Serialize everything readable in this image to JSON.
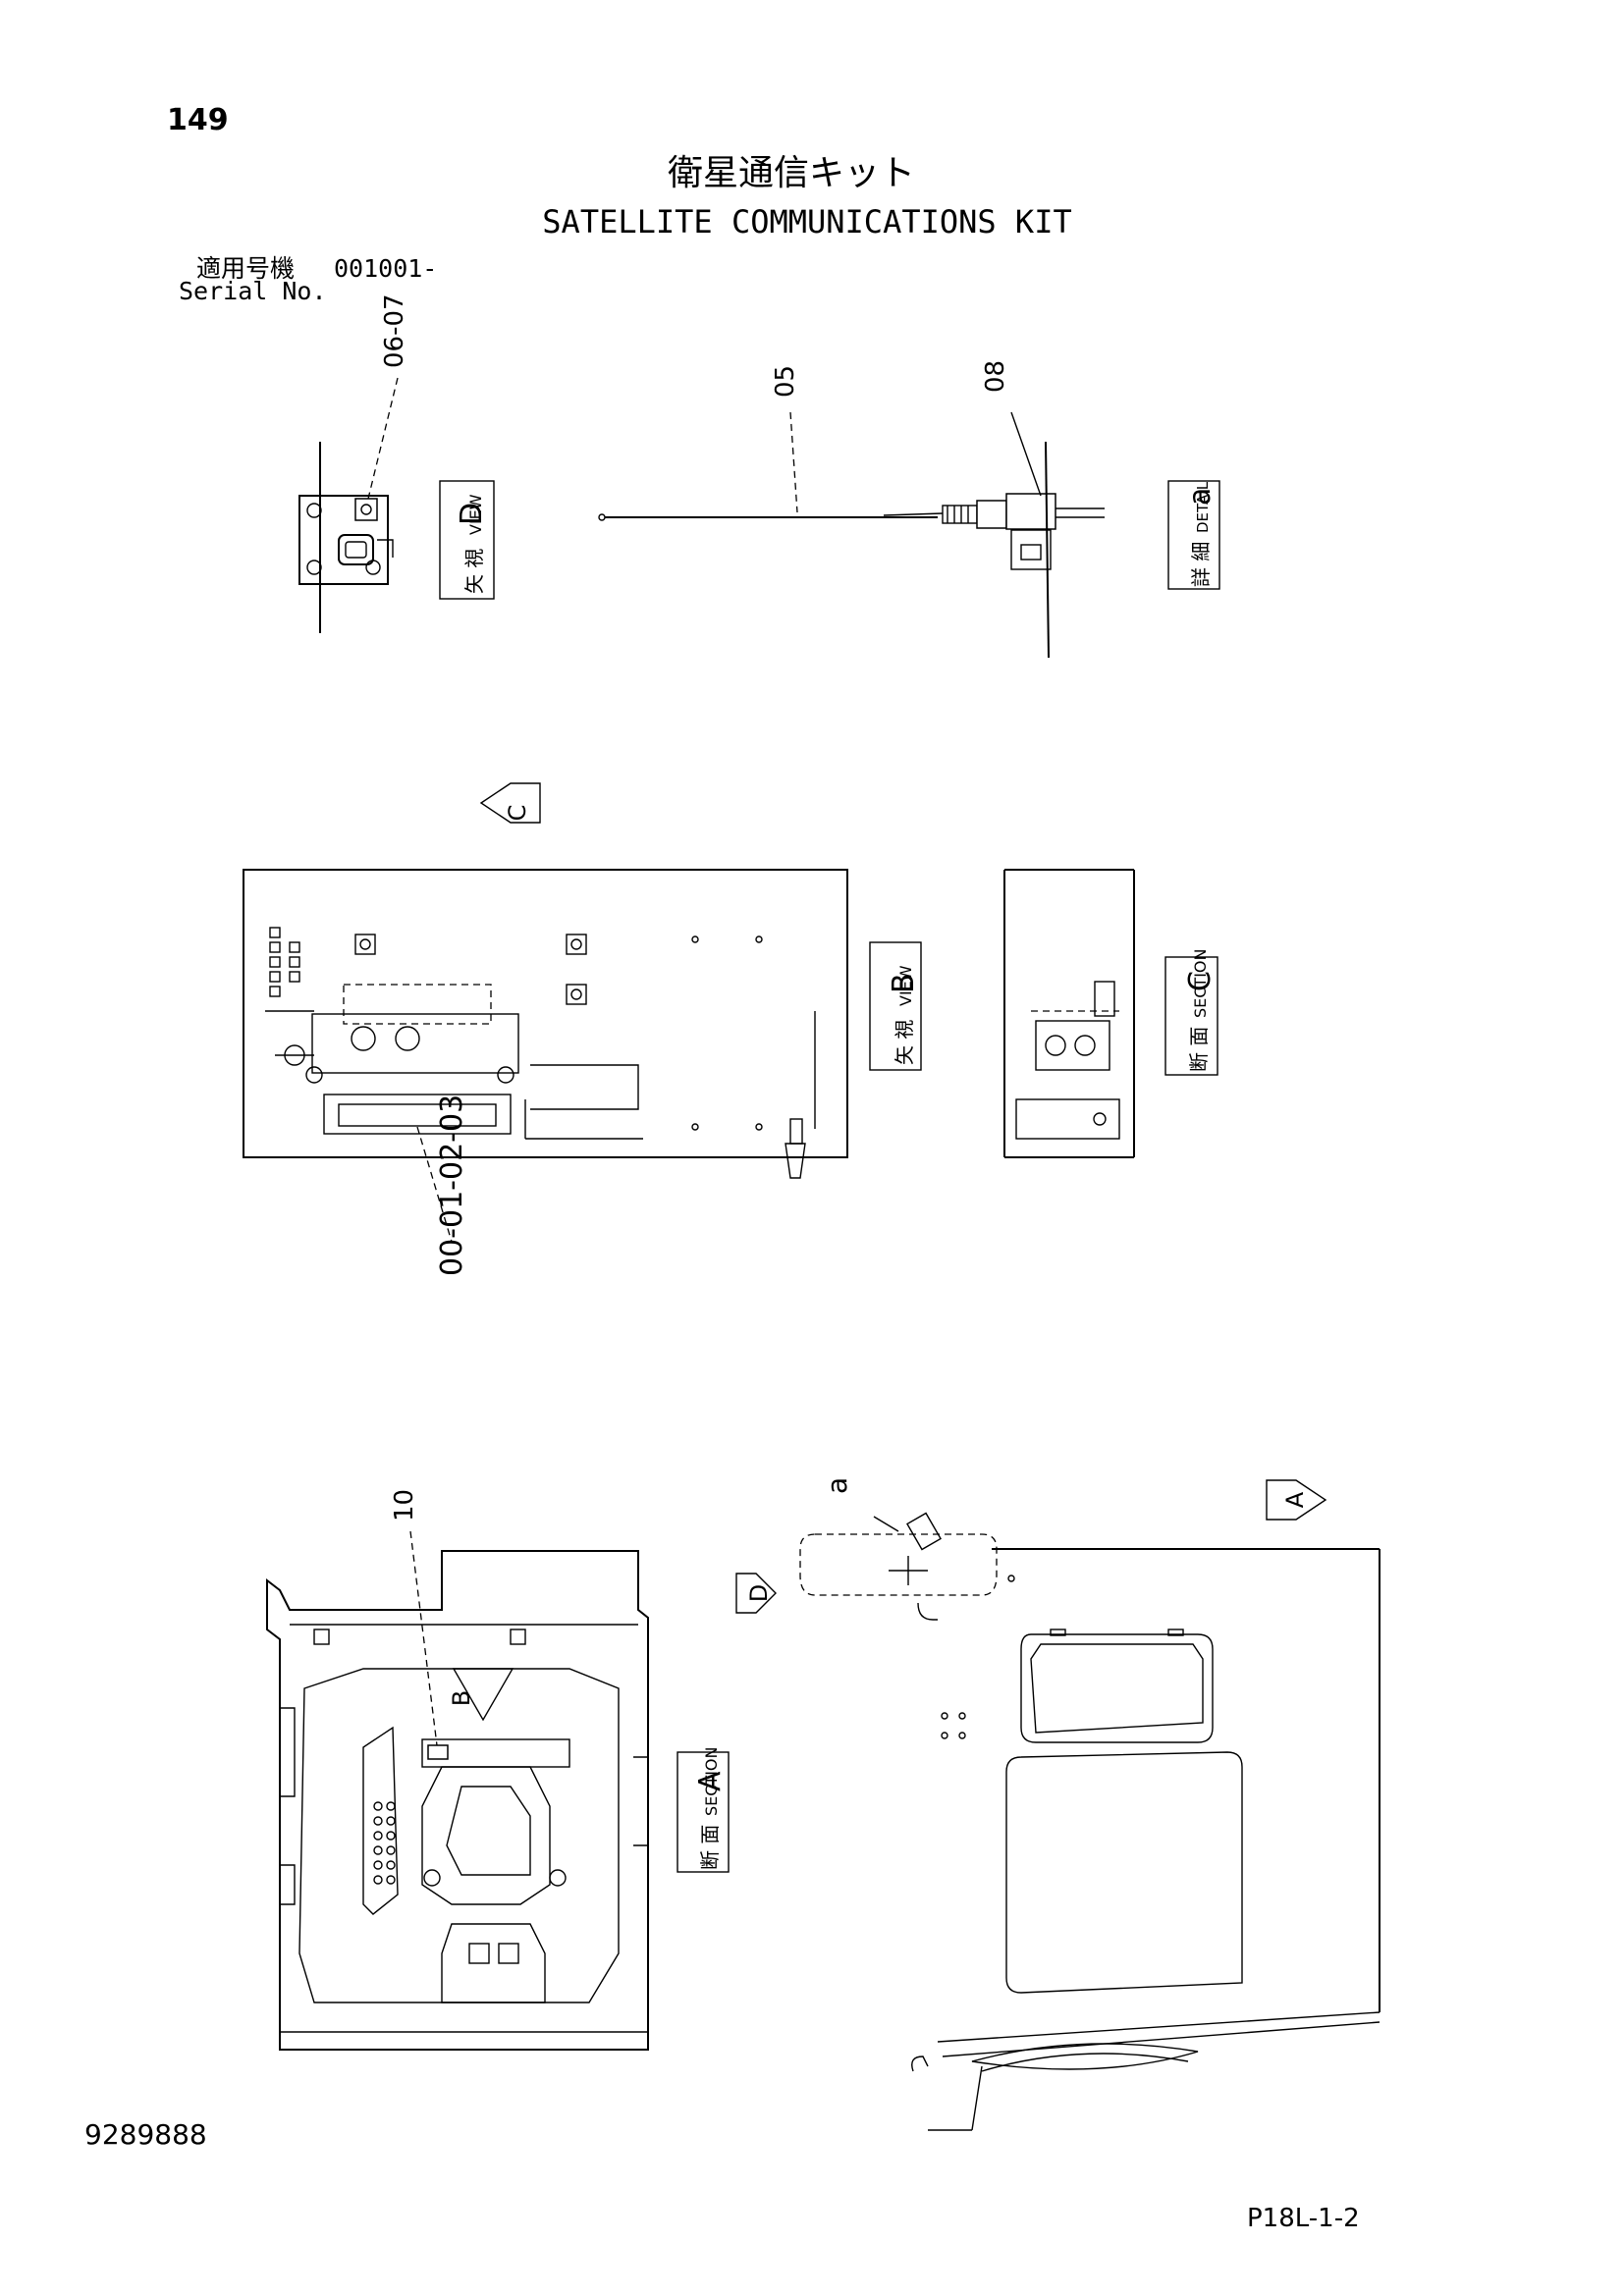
{
  "header": {
    "page_number": "149",
    "title_jp": "衛星通信キット",
    "title_en": "SATELLITE COMMUNICATIONS KIT",
    "serial_label_jp": "適用号機",
    "serial_value": "001001-",
    "serial_label_en": "Serial No."
  },
  "views": {
    "view_d": {
      "jp": "矢 視",
      "en": "VIEW",
      "letter": "D"
    },
    "detail_a": {
      "jp": "詳 細",
      "en": "DETAIL",
      "letter": "a"
    },
    "view_b": {
      "jp": "矢 視",
      "en": "VIEW",
      "letter": "B"
    },
    "section_c": {
      "jp": "断 面",
      "en": "SECTION",
      "letter": "C"
    },
    "section_a": {
      "jp": "断 面",
      "en": "SECTION",
      "letter": "A"
    }
  },
  "arrows": {
    "c": "C",
    "a": "A",
    "d": "D",
    "b": "B"
  },
  "callouts": {
    "p06_07": "06-07",
    "p05": "05",
    "p08": "08",
    "p00_03": "00-01-02-03",
    "p10": "10",
    "detail_a_mark": "a"
  },
  "footer": {
    "part_number": "9289888",
    "page_ref": "P18L-1-2"
  }
}
